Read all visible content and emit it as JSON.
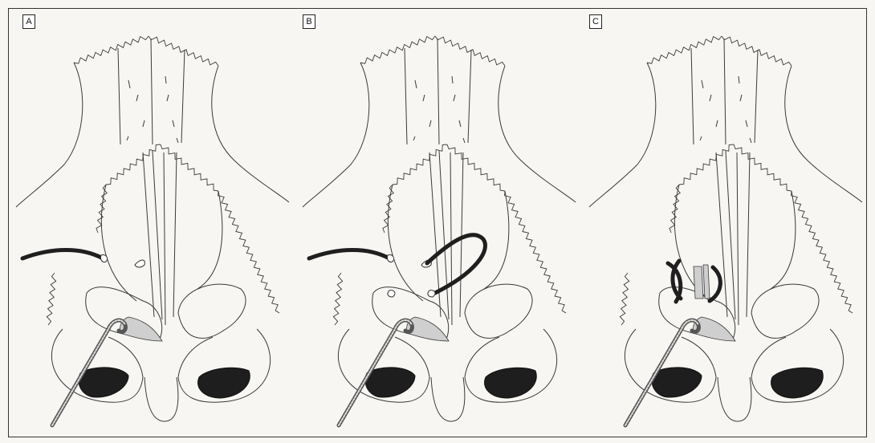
{
  "panels": [
    {
      "label": "A"
    },
    {
      "label": "B"
    },
    {
      "label": "C"
    }
  ],
  "colors": {
    "background": "#f7f6f3",
    "line": "#3a3a3a",
    "suture": "#1f1f1f",
    "nostril": "#1e1e1e",
    "stipple": "#cfcfcf"
  }
}
